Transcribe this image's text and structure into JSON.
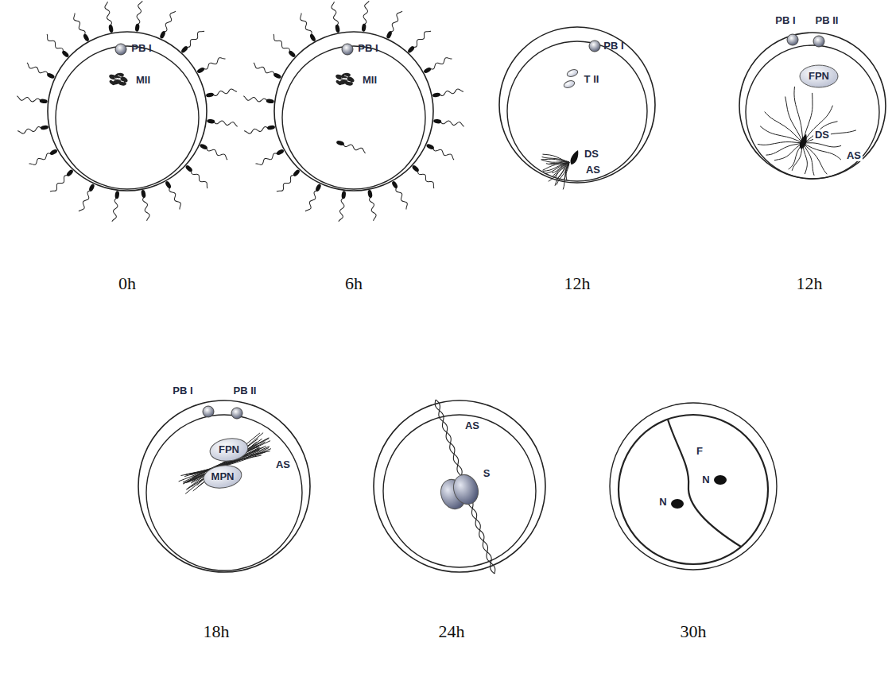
{
  "diagram": {
    "labels": [
      "PB I",
      "MII",
      "0h",
      "PB I",
      "MII",
      "6h",
      "PB I",
      "T II",
      "DS",
      "AS",
      "12h",
      "PB I",
      "PB II",
      "FPN",
      "DS",
      "AS",
      "12h",
      "PB I",
      "PB II",
      "FPN",
      "MPN",
      "AS",
      "18h",
      "AS",
      "S",
      "24h",
      "F",
      "N",
      "N",
      "30h"
    ]
  }
}
